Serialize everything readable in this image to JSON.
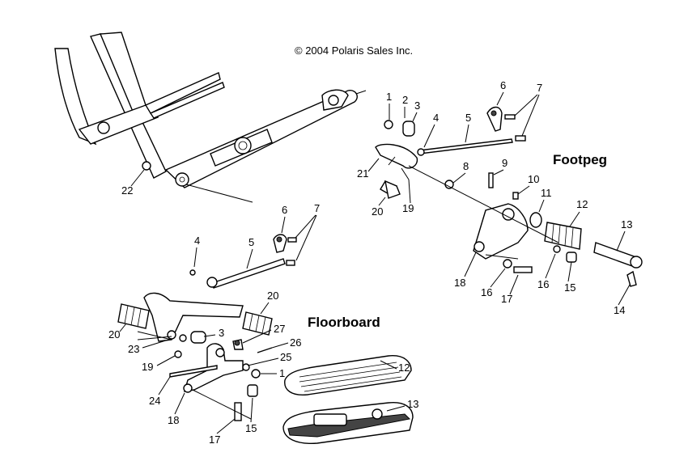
{
  "copyright": "© 2004 Polaris Sales Inc.",
  "headings": {
    "footpeg": "Footpeg",
    "floorboard": "Floorboard"
  },
  "callouts": {
    "fp": {
      "c1": "1",
      "c2": "2",
      "c3": "3",
      "c4": "4",
      "c5": "5",
      "c6": "6",
      "c7": "7",
      "c8": "8",
      "c9": "9",
      "c10": "10",
      "c11": "11",
      "c12": "12",
      "c13": "13",
      "c14": "14",
      "c15": "15",
      "c16a": "16",
      "c16b": "16",
      "c17": "17",
      "c18": "18",
      "c19": "19",
      "c20": "20",
      "c21": "21"
    },
    "fb": {
      "c4": "4",
      "c5": "5",
      "c6": "6",
      "c7": "7",
      "c20a": "20",
      "c20b": "20",
      "c3": "3",
      "c27": "27",
      "c26": "26",
      "c25": "25",
      "c1": "1",
      "c23": "23",
      "c19": "19",
      "c24": "24",
      "c18": "18",
      "c15": "15",
      "c17": "17",
      "c12": "12",
      "c13": "13"
    },
    "frame": {
      "c22": "22"
    }
  }
}
